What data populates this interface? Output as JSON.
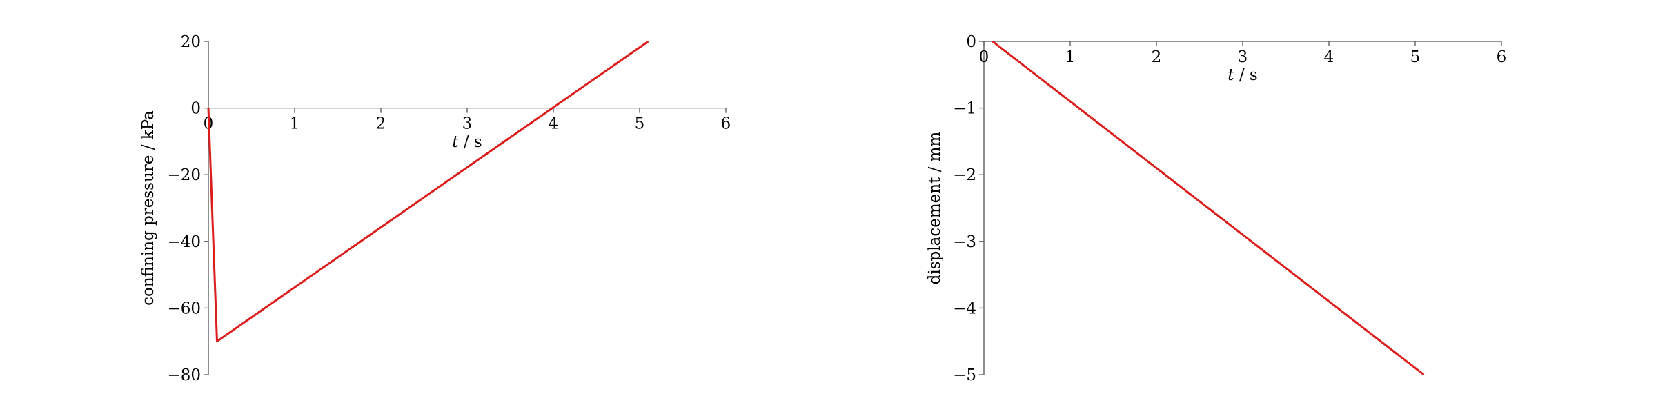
{
  "chart_data": [
    {
      "type": "line",
      "xlabel_var": "t",
      "xlabel_unit": "/ s",
      "ylabel": "confining pressure / kPa",
      "xlim": [
        0,
        6
      ],
      "ylim": [
        -80,
        20
      ],
      "xticks": [
        0,
        1,
        2,
        3,
        4,
        5,
        6
      ],
      "yticks": [
        -80,
        -60,
        -40,
        -20,
        0,
        20
      ],
      "xtick_labels": [
        "0",
        "1",
        "2",
        "3",
        "4",
        "5",
        "6"
      ],
      "ytick_labels": [
        "−80",
        "−60",
        "−40",
        "−20",
        "0",
        "20"
      ],
      "grid": false,
      "series": [
        {
          "color": "#dd1c1c",
          "x": [
            0,
            0.1,
            5.1
          ],
          "y": [
            0,
            -70,
            20
          ]
        }
      ]
    },
    {
      "type": "line",
      "xlabel_var": "t",
      "xlabel_unit": "/ s",
      "ylabel": "displacement / mm",
      "xlim": [
        0,
        6
      ],
      "ylim": [
        -5,
        0
      ],
      "xticks": [
        0,
        1,
        2,
        3,
        4,
        5,
        6
      ],
      "yticks": [
        -5,
        -4,
        -3,
        -2,
        -1,
        0
      ],
      "xtick_labels": [
        "0",
        "1",
        "2",
        "3",
        "4",
        "5",
        "6"
      ],
      "ytick_labels": [
        "−5",
        "−4",
        "−3",
        "−2",
        "−1",
        "0"
      ],
      "grid": false,
      "series": [
        {
          "color": "#dd1c1c",
          "x": [
            0.1,
            5.1
          ],
          "y": [
            0,
            -5
          ]
        }
      ]
    }
  ]
}
